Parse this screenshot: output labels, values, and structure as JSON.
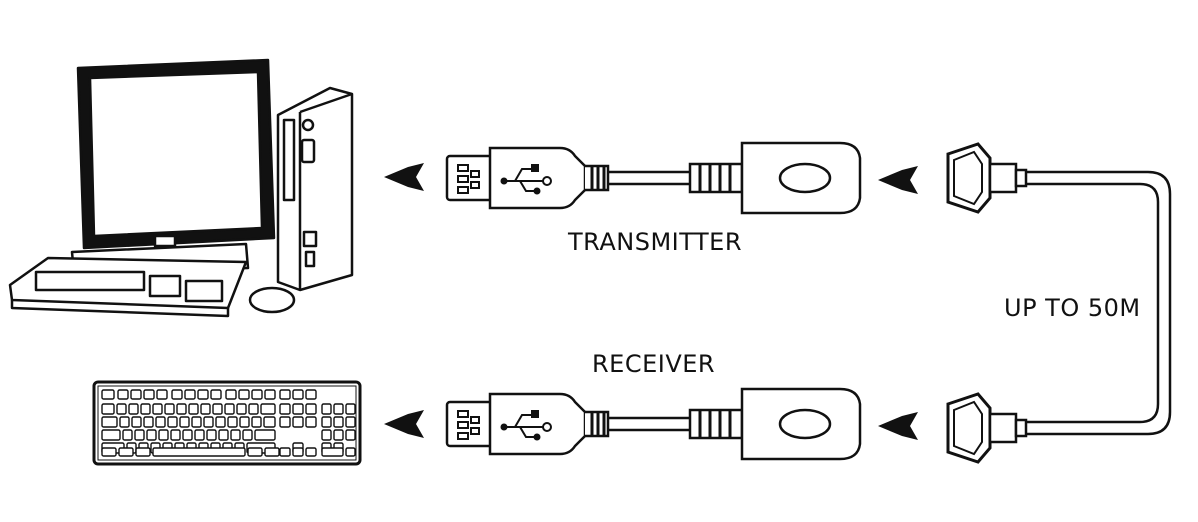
{
  "labels": {
    "transmitter": "TRANSMITTER",
    "receiver": "RECEIVER",
    "distance": "UP TO 50M"
  },
  "colors": {
    "line": "#111111",
    "fill": "#ffffff",
    "dark": "#1a1a1a"
  }
}
